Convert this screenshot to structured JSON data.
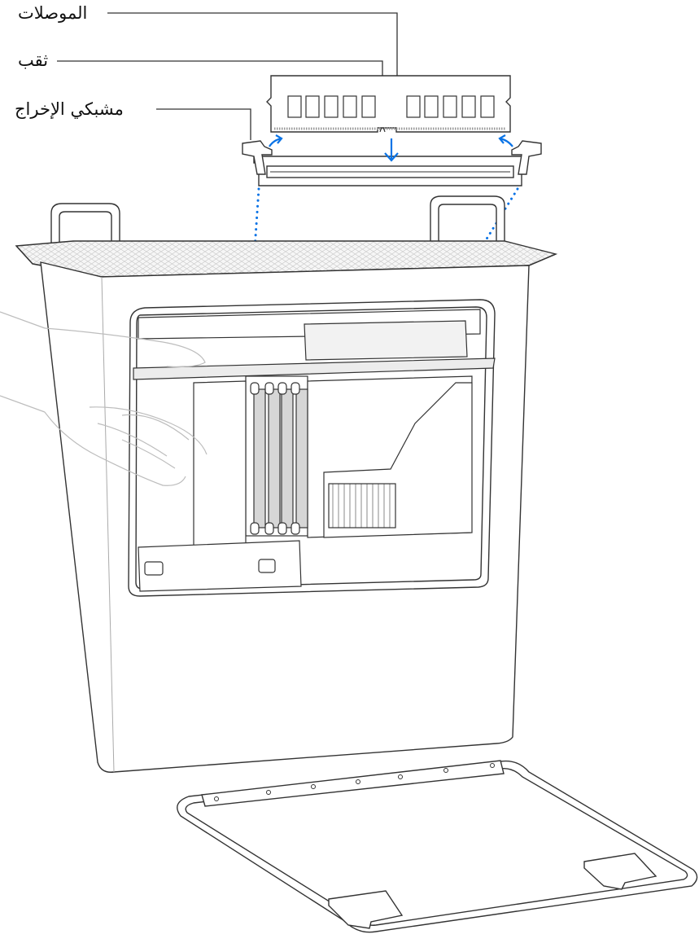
{
  "callouts": {
    "connectors": "الموصلات",
    "notch": "ثقب",
    "ejector_clips": "مشبكي الإخراج"
  },
  "colors": {
    "line": "#333333",
    "accent_blue": "#0a73e6",
    "memory_gray": "#d6d6d6",
    "background": "#ffffff"
  },
  "icons": {
    "insert_direction": "arrow-down-icon",
    "clip_motion": "curved-arrow-icon"
  }
}
